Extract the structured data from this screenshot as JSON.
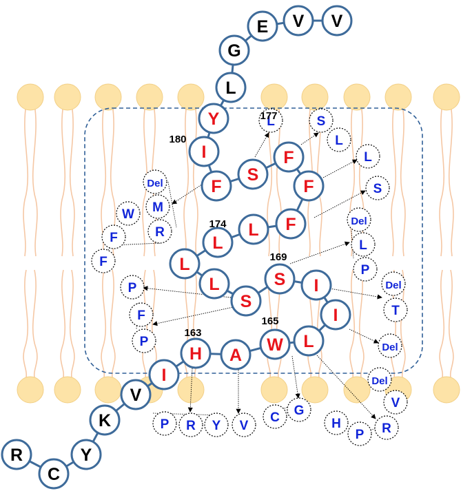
{
  "residues": {
    "r_R": "R",
    "r_C": "C",
    "r_Y1": "Y",
    "r_K": "K",
    "r_V1": "V",
    "r_I1": "I",
    "r_H": "H",
    "r_A": "A",
    "r_W": "W",
    "r_L1": "L",
    "r_I2": "I",
    "r_I3": "I",
    "r_S1": "S",
    "r_S2": "S",
    "r_L2": "L",
    "r_L3": "L",
    "r_L4": "L",
    "r_L5": "L",
    "r_F1": "F",
    "r_F2": "F",
    "r_F3": "F",
    "r_S3": "S",
    "r_F4": "F",
    "r_I4": "I",
    "r_Y2": "Y",
    "r_L6": "L",
    "r_G": "G",
    "r_E": "E",
    "r_V2": "V",
    "r_V3": "V"
  },
  "positions": {
    "p180": "180",
    "p177": "177",
    "p174": "174",
    "p169": "169",
    "p165": "165",
    "p163": "163"
  },
  "mutations": {
    "m_L_a": "L",
    "m_S_a": "S",
    "m_L_b": "L",
    "m_L_c": "L",
    "m_S_b": "S",
    "m_Del_1": "Del",
    "m_M": "M",
    "m_R_1": "R",
    "m_W": "W",
    "m_F_1": "F",
    "m_F_2": "F",
    "m_Del_2": "Del",
    "m_L_d": "L",
    "m_P_1": "P",
    "m_P_2": "P",
    "m_Del_3": "Del",
    "m_T": "T",
    "m_F_3": "F",
    "m_P_3": "P",
    "m_Del_4": "Del",
    "m_Del_5": "Del",
    "m_V_1": "V",
    "m_P_4": "P",
    "m_R_2": "R",
    "m_Y": "Y",
    "m_V_2": "V",
    "m_C": "C",
    "m_G": "G",
    "m_H": "H",
    "m_P_5": "P",
    "m_R_3": "R"
  },
  "colors": {
    "residue_wild": "#000000",
    "residue_hotspot": "#e8141b",
    "mutation_text": "#1024d8",
    "circle_stroke": "#3e6b9a",
    "lipid_head": "#fde3a7",
    "lipid_tail": "#f5c7a4",
    "region_box": "#2f5f97"
  }
}
